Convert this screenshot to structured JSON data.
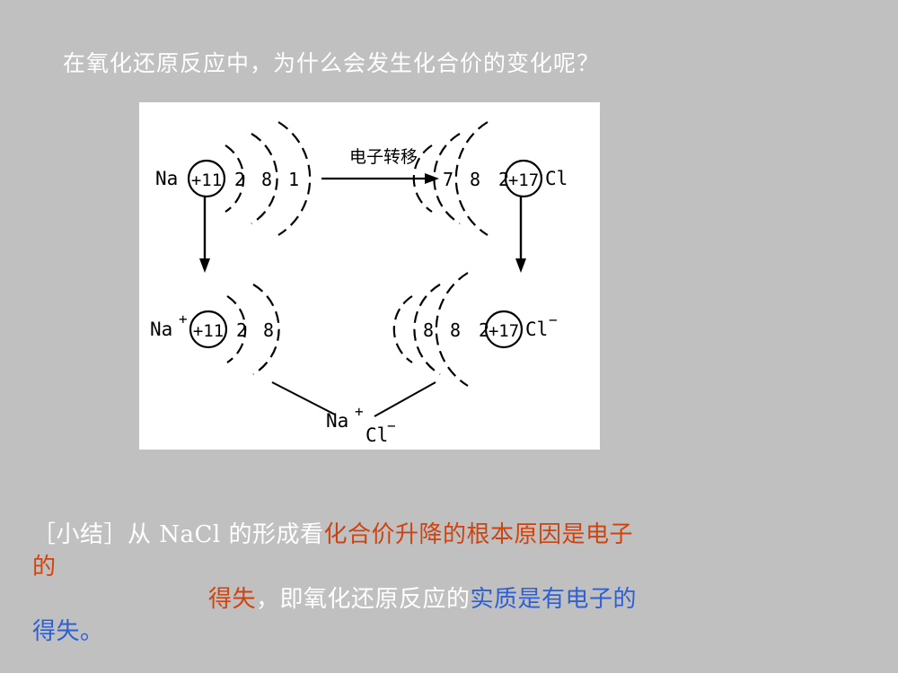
{
  "slide": {
    "background_color": "#c0c0c0",
    "title": "在氧化还原反应中，为什么会发生化合价的变化呢？"
  },
  "diagram": {
    "panel_background": "#ffffff",
    "process_label": "电子转移",
    "top_row": {
      "left_atom": {
        "symbol": "Na",
        "charge": "",
        "nucleus": "+11",
        "shells": [
          "2",
          "8",
          "1"
        ]
      },
      "right_atom": {
        "symbol": "Cl",
        "charge": "",
        "nucleus": "+17",
        "shells": [
          "7",
          "8",
          "2"
        ]
      }
    },
    "bottom_row": {
      "left_ion": {
        "symbol": "Na",
        "charge": "+",
        "nucleus": "+11",
        "shells": [
          "2",
          "8"
        ]
      },
      "right_ion": {
        "symbol": "Cl",
        "charge": "−",
        "nucleus": "+17",
        "shells": [
          "8",
          "8",
          "2"
        ]
      }
    },
    "product": {
      "cation": "Na",
      "cation_charge": "+",
      "anion": "Cl",
      "anion_charge": "−"
    }
  },
  "summary": {
    "colors": {
      "white": "#ffffff",
      "orange": "#cc4411",
      "blue": "#2f5fd0"
    },
    "line1_white": "［小结］从 NaCl 的形成看",
    "line1_orange": "化合价升降的根本原因是电子",
    "line2_orange_start": "的",
    "line2_orange": "得失",
    "line2_white": "，即氧化还原反应的",
    "line2_blue": "实质是有电子的",
    "line3_blue": "得失。"
  }
}
